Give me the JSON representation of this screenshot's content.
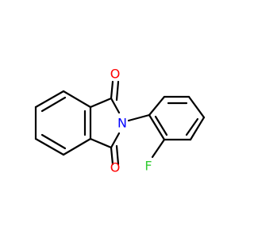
{
  "molecule": {
    "atoms": [
      {
        "id": "O1",
        "label": "O",
        "color": "#ff0000"
      },
      {
        "id": "N1",
        "label": "N",
        "color": "#0000ff"
      },
      {
        "id": "O2",
        "label": "O",
        "color": "#ff0000"
      },
      {
        "id": "F1",
        "label": "F",
        "color": "#33cc33"
      }
    ],
    "bond_color": "#000000"
  }
}
